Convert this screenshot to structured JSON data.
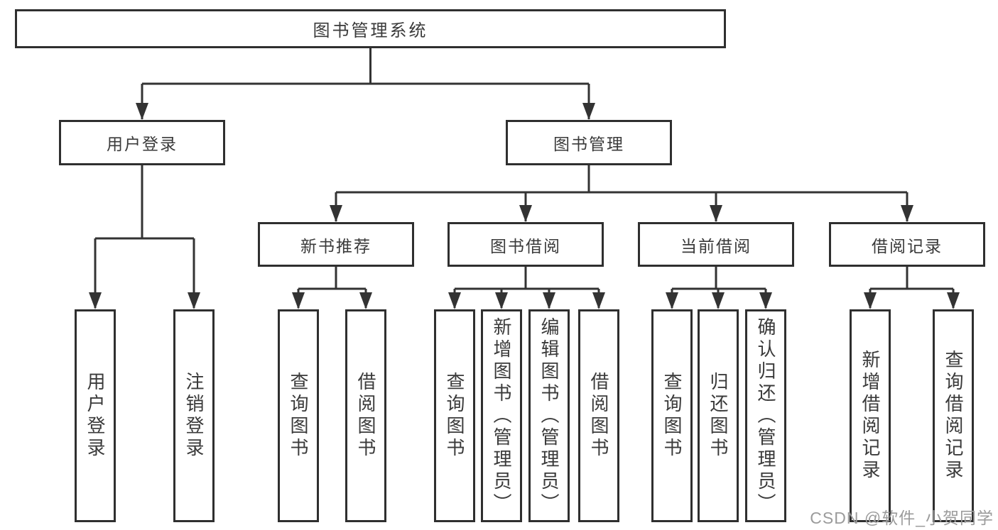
{
  "watermark": "CSDN @软件_小贺同学",
  "colors": {
    "line": "#333333",
    "box_border": "#2f2f2f",
    "text": "#3a3a3a",
    "watermark": "#9b9b9b",
    "background": "#ffffff"
  },
  "tree": {
    "root": {
      "label": "图书管理系统",
      "children": [
        {
          "label": "用户登录",
          "children": [
            {
              "label": "用户登录"
            },
            {
              "label": "注销登录"
            }
          ]
        },
        {
          "label": "图书管理",
          "children": [
            {
              "label": "新书推荐",
              "children": [
                {
                  "label": "查询图书"
                },
                {
                  "label": "借阅图书"
                }
              ]
            },
            {
              "label": "图书借阅",
              "children": [
                {
                  "label": "查询图书"
                },
                {
                  "label": "新增图书（管理员）"
                },
                {
                  "label": "编辑图书（管理员）"
                },
                {
                  "label": "借阅图书"
                }
              ]
            },
            {
              "label": "当前借阅",
              "children": [
                {
                  "label": "查询图书"
                },
                {
                  "label": "归还图书"
                },
                {
                  "label": "确认归还（管理员）"
                }
              ]
            },
            {
              "label": "借阅记录",
              "children": [
                {
                  "label": "新增借阅记录"
                },
                {
                  "label": "查询借阅记录"
                }
              ]
            }
          ]
        }
      ]
    }
  }
}
